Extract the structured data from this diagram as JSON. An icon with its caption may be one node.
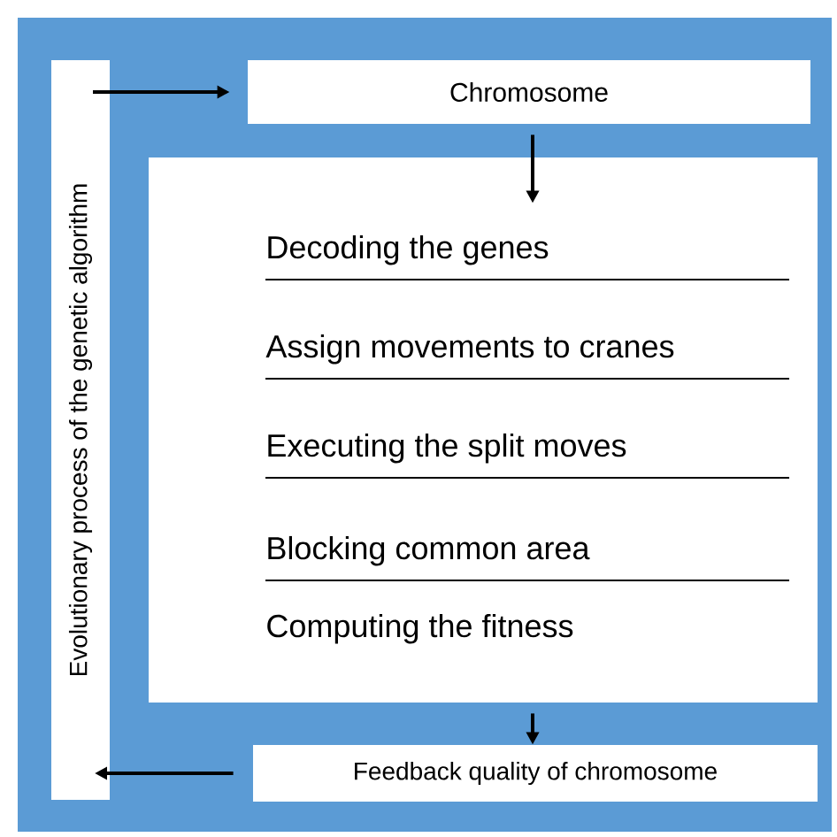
{
  "diagram": {
    "nodes": [
      {
        "text": [
          "Evolutionary process of the genetic algorithm"
        ]
      },
      {
        "text": [
          "Chromosome"
        ]
      },
      {
        "text": [
          "Decoding the genes",
          "Assign movements to cranes",
          "Executing the split moves",
          "Blocking common area",
          "Computing the fitness"
        ]
      },
      {
        "text": [
          "Feedback quality of chromosome"
        ]
      }
    ],
    "edges": [
      {
        "from": 0,
        "to": 1,
        "arrow": "to"
      },
      {
        "from": 1,
        "to": 2,
        "arrow": "to"
      },
      {
        "from": 2,
        "to": 3,
        "arrow": "to"
      },
      {
        "from": 3,
        "to": 0,
        "arrow": "to"
      }
    ]
  }
}
